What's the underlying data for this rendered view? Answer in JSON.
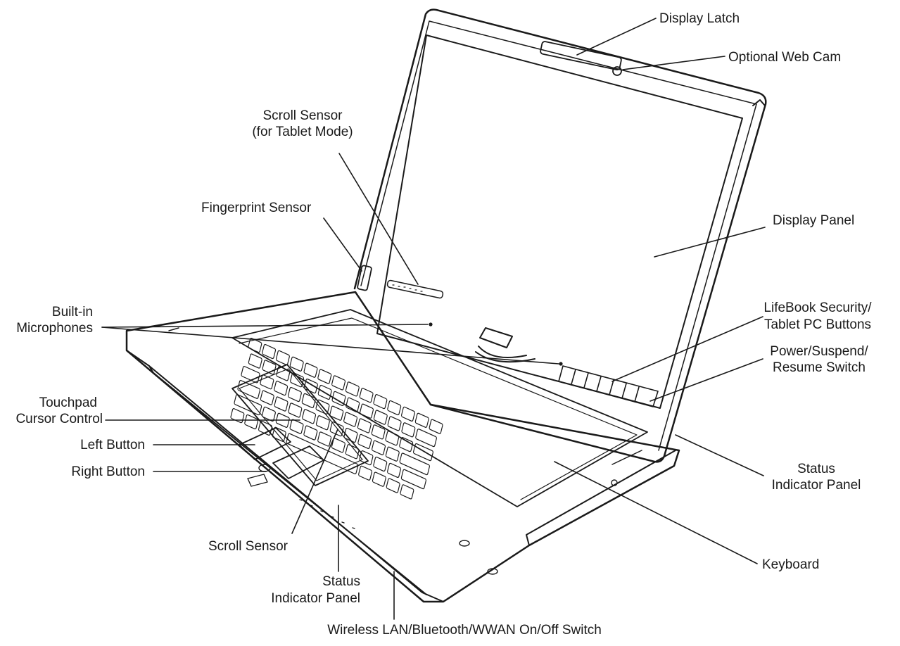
{
  "callouts": {
    "display_latch": "Display Latch",
    "optional_web_cam": "Optional Web Cam",
    "scroll_sensor_tablet_line1": "Scroll Sensor",
    "scroll_sensor_tablet_line2": "(for Tablet Mode)",
    "fingerprint_sensor": "Fingerprint Sensor",
    "display_panel": "Display Panel",
    "built_in_line1": "Built-in",
    "built_in_line2": "Microphones",
    "lifebook_line1": "LifeBook Security/",
    "lifebook_line2": "Tablet PC Buttons",
    "power_line1": "Power/Suspend/",
    "power_line2": "Resume Switch",
    "touchpad_line1": "Touchpad",
    "touchpad_line2": "Cursor Control",
    "left_button": "Left Button",
    "right_button": "Right Button",
    "status_right_line1": "Status",
    "status_right_line2": "Indicator Panel",
    "scroll_sensor": "Scroll Sensor",
    "status_bottom_line1": "Status",
    "status_bottom_line2": "Indicator Panel",
    "keyboard": "Keyboard",
    "wireless_switch": "Wireless LAN/Bluetooth/WWAN On/Off Switch"
  },
  "colors": {
    "line": "#1a1a1a",
    "background": "#ffffff"
  }
}
